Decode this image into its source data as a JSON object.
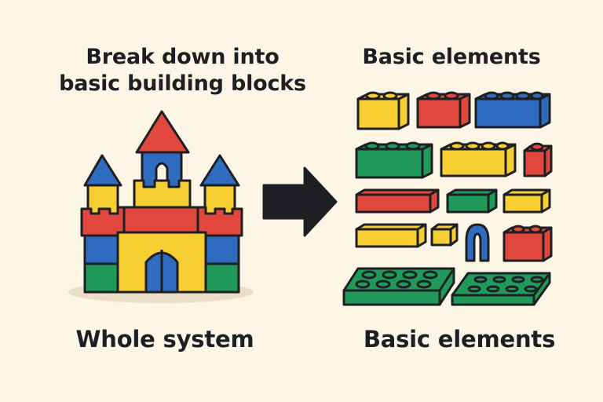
{
  "diagram": {
    "title_left_line1": "Break down into",
    "title_left_line2": "basic building blocks",
    "title_right": "Basic elements",
    "caption_left": "Whole system",
    "caption_right": "Basic elements"
  },
  "colors": {
    "background": "#fdf6e6",
    "outline": "#1e1f22",
    "red": "#e1473c",
    "yellow": "#f7cf32",
    "blue": "#2f6cbf",
    "green": "#1f9a5a",
    "shadow": "#eadfc6"
  },
  "icons": {
    "castle": "castle-icon",
    "arrow": "arrow-right-icon",
    "arch": "arch-block-icon"
  }
}
